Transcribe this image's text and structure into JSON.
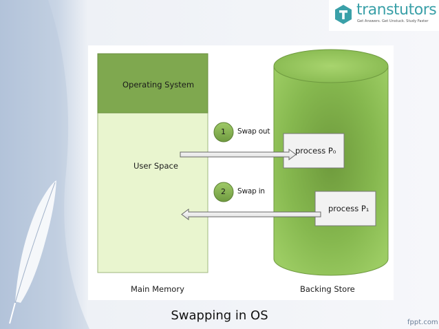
{
  "logo": {
    "name": "transtutors",
    "tagline": "Get Answers. Get Unstuck. Study Faster"
  },
  "diagram": {
    "main_memory": {
      "os_label": "Operating System",
      "user_space_label": "User Space",
      "caption": "Main Memory"
    },
    "backing_store": {
      "caption": "Backing Store",
      "process_p0": "process P₀",
      "process_p1": "process P₁"
    },
    "steps": [
      {
        "number": "1",
        "label": "Swap out"
      },
      {
        "number": "2",
        "label": "Swap in"
      }
    ]
  },
  "caption": "Swapping in OS",
  "footer": "fppt.com",
  "colors": {
    "os_block": "#7fa84f",
    "user_space": "#e9f5cf",
    "cylinder": "#7ab648",
    "step_circle": "#8bb857",
    "accent_teal": "#3aa0a8"
  }
}
